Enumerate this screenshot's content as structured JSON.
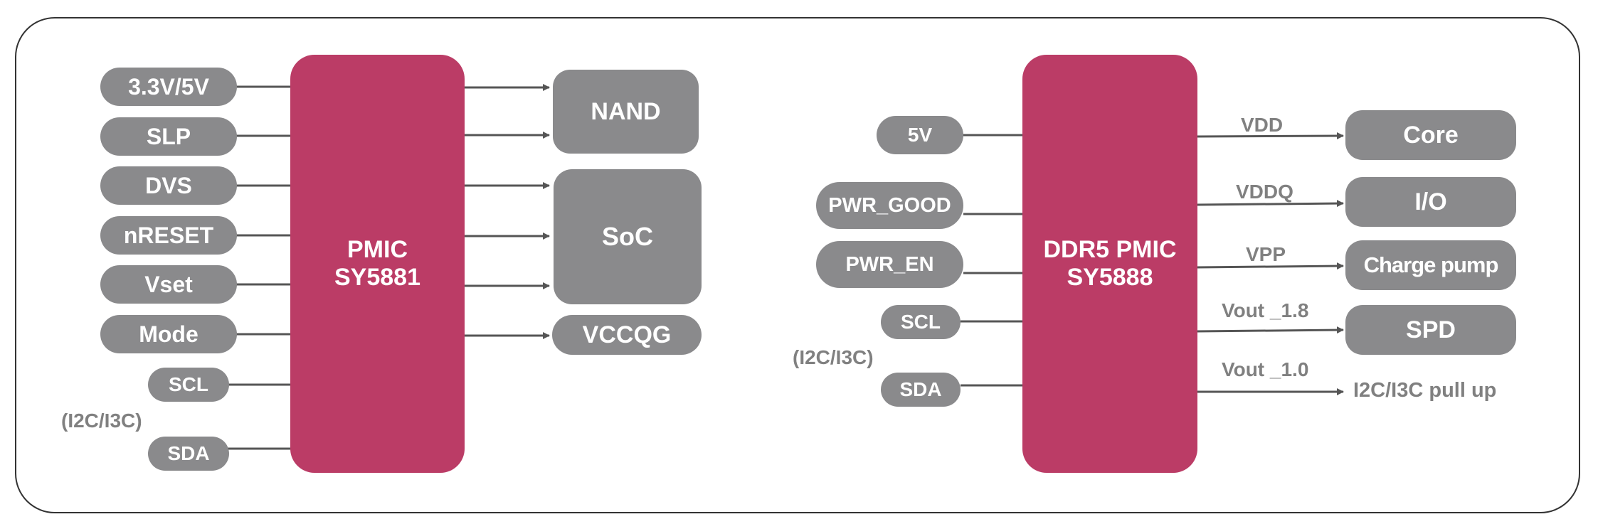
{
  "colors": {
    "chip": "#bb3c66",
    "block": "#8a8a8c",
    "wire": "#555555",
    "label": "#808080"
  },
  "left": {
    "chip": {
      "line1": "PMIC",
      "line2": "SY5881"
    },
    "inputs": [
      "3.3V/5V",
      "SLP",
      "DVS",
      "nRESET",
      "Vset",
      "Mode",
      "SCL",
      "SDA"
    ],
    "bus_label": "(I2C/I3C)",
    "outputs": [
      "NAND",
      "SoC",
      "VCCQG"
    ]
  },
  "right": {
    "chip": {
      "line1": "DDR5 PMIC",
      "line2": "SY5888"
    },
    "inputs": [
      "5V",
      "PWR_GOOD",
      "PWR_EN",
      "SCL",
      "SDA"
    ],
    "bus_label": "(I2C/I3C)",
    "rails": [
      "VDD",
      "VDDQ",
      "VPP",
      "Vout _1.8",
      "Vout _1.0"
    ],
    "outputs": [
      "Core",
      "I/O",
      "Charge pump",
      "SPD"
    ],
    "pullup": "I2C/I3C pull up"
  }
}
